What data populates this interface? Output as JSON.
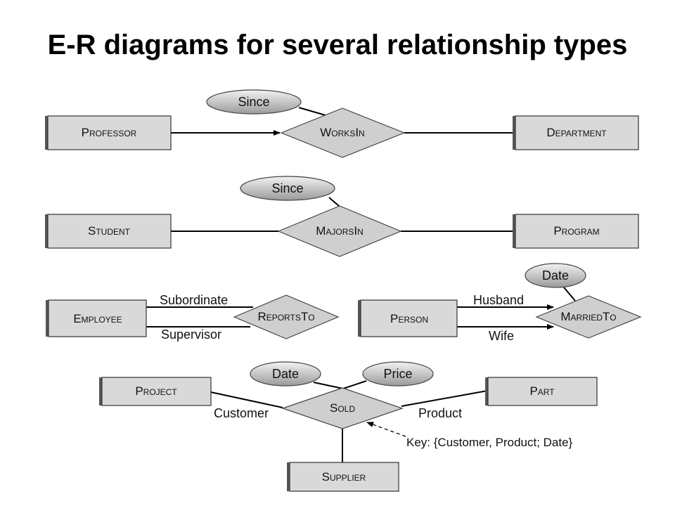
{
  "title": "E-R diagrams for several relationship types",
  "entities": {
    "professor": "Professor",
    "department": "Department",
    "student": "Student",
    "program": "Program",
    "employee": "Employee",
    "person": "Person",
    "project": "Project",
    "part": "Part",
    "supplier": "Supplier"
  },
  "relationships": {
    "works_in": "WorksIn",
    "majors_in": "MajorsIn",
    "reports_to": "ReportsTo",
    "married_to": "MarriedTo",
    "sold": "Sold"
  },
  "attributes": {
    "since_1": "Since",
    "since_2": "Since",
    "date_married": "Date",
    "date_sold": "Date",
    "price": "Price"
  },
  "roles": {
    "subordinate": "Subordinate",
    "supervisor": "Supervisor",
    "husband": "Husband",
    "wife": "Wife",
    "customer": "Customer",
    "product": "Product"
  },
  "key_note": "Key: {Customer, Product; Date}",
  "colors": {
    "entity_fill": "#d9d9d9",
    "relationship_fill": "#cfcfcf",
    "line": "#000000"
  }
}
